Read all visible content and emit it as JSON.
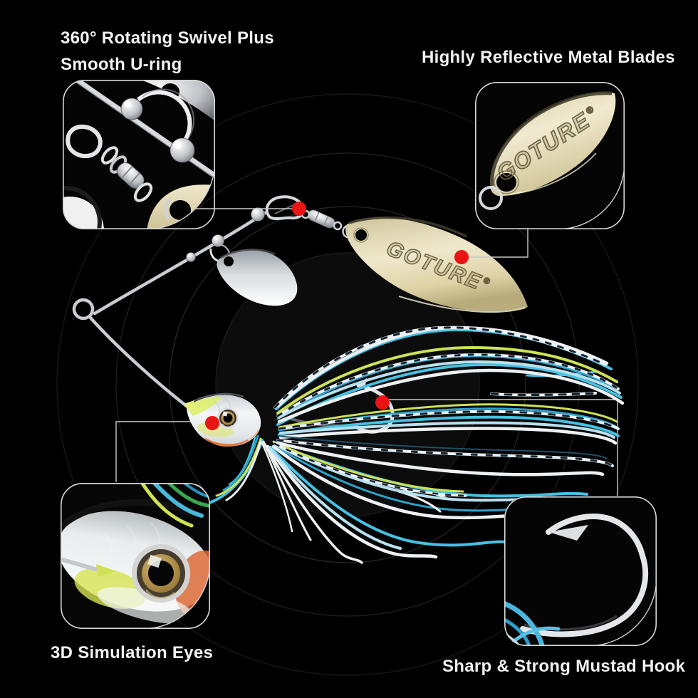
{
  "callouts": {
    "swivel_plus": {
      "lines": [
        "360° Rotating Swivel Plus",
        "Smooth U-ring"
      ]
    },
    "metal_blades": {
      "text": "Highly Reflective Metal Blades"
    },
    "simulation_eyes": {
      "text": "3D Simulation Eyes"
    },
    "mustad_hook": {
      "text": "Sharp & Strong Mustad Hook"
    }
  },
  "brand": {
    "engraving": "GOTURE",
    "registered": "®"
  },
  "colors": {
    "background": "#000000",
    "marker_red": "#e91414",
    "blade_gold": "#ddd2a6",
    "skirt_cyan": "#45c1e3",
    "skirt_chartreuse": "#cde156",
    "skirt_white": "#eef1f3",
    "head_orange": "#f0923c",
    "label_text": "#f2f2f2"
  }
}
